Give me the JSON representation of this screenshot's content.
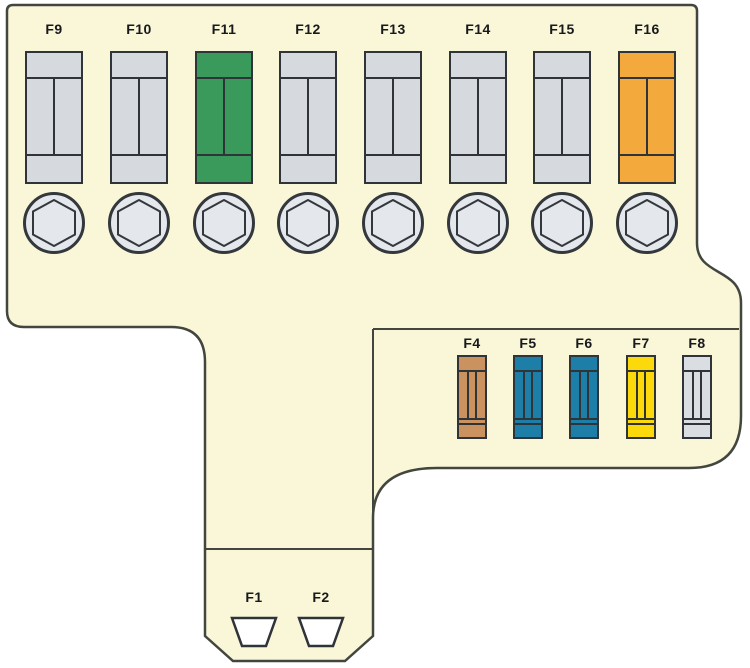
{
  "diagram": {
    "title": "fuse-box-panel",
    "colors": {
      "panel_fill": "#faf6d8",
      "outline": "#43463f",
      "fuse_border": "#2f3438",
      "fuse_gray": "#d6dade",
      "bolt_fill": "#e4e7ec",
      "slot_fill": "#ffffff",
      "green": "#3a9a5c",
      "orange": "#f3a93c",
      "tan": "#c9925f",
      "blue": "#1d7fa7",
      "yellow": "#fbd90a",
      "light_gray": "#dadde2"
    },
    "top_row": {
      "items": [
        {
          "label": "F9",
          "color": "#d6dade"
        },
        {
          "label": "F10",
          "color": "#d6dade"
        },
        {
          "label": "F11",
          "color": "#3a9a5c"
        },
        {
          "label": "F12",
          "color": "#d6dade"
        },
        {
          "label": "F13",
          "color": "#d6dade"
        },
        {
          "label": "F14",
          "color": "#d6dade"
        },
        {
          "label": "F15",
          "color": "#d6dade"
        },
        {
          "label": "F16",
          "color": "#f3a93c"
        }
      ]
    },
    "mid_row": {
      "items": [
        {
          "label": "F4",
          "color": "#c9925f"
        },
        {
          "label": "F5",
          "color": "#1d7fa7"
        },
        {
          "label": "F6",
          "color": "#1d7fa7"
        },
        {
          "label": "F7",
          "color": "#fbd90a"
        },
        {
          "label": "F8",
          "color": "#dadde2"
        }
      ]
    },
    "bottom_row": {
      "items": [
        {
          "label": "F1"
        },
        {
          "label": "F2"
        }
      ]
    }
  }
}
